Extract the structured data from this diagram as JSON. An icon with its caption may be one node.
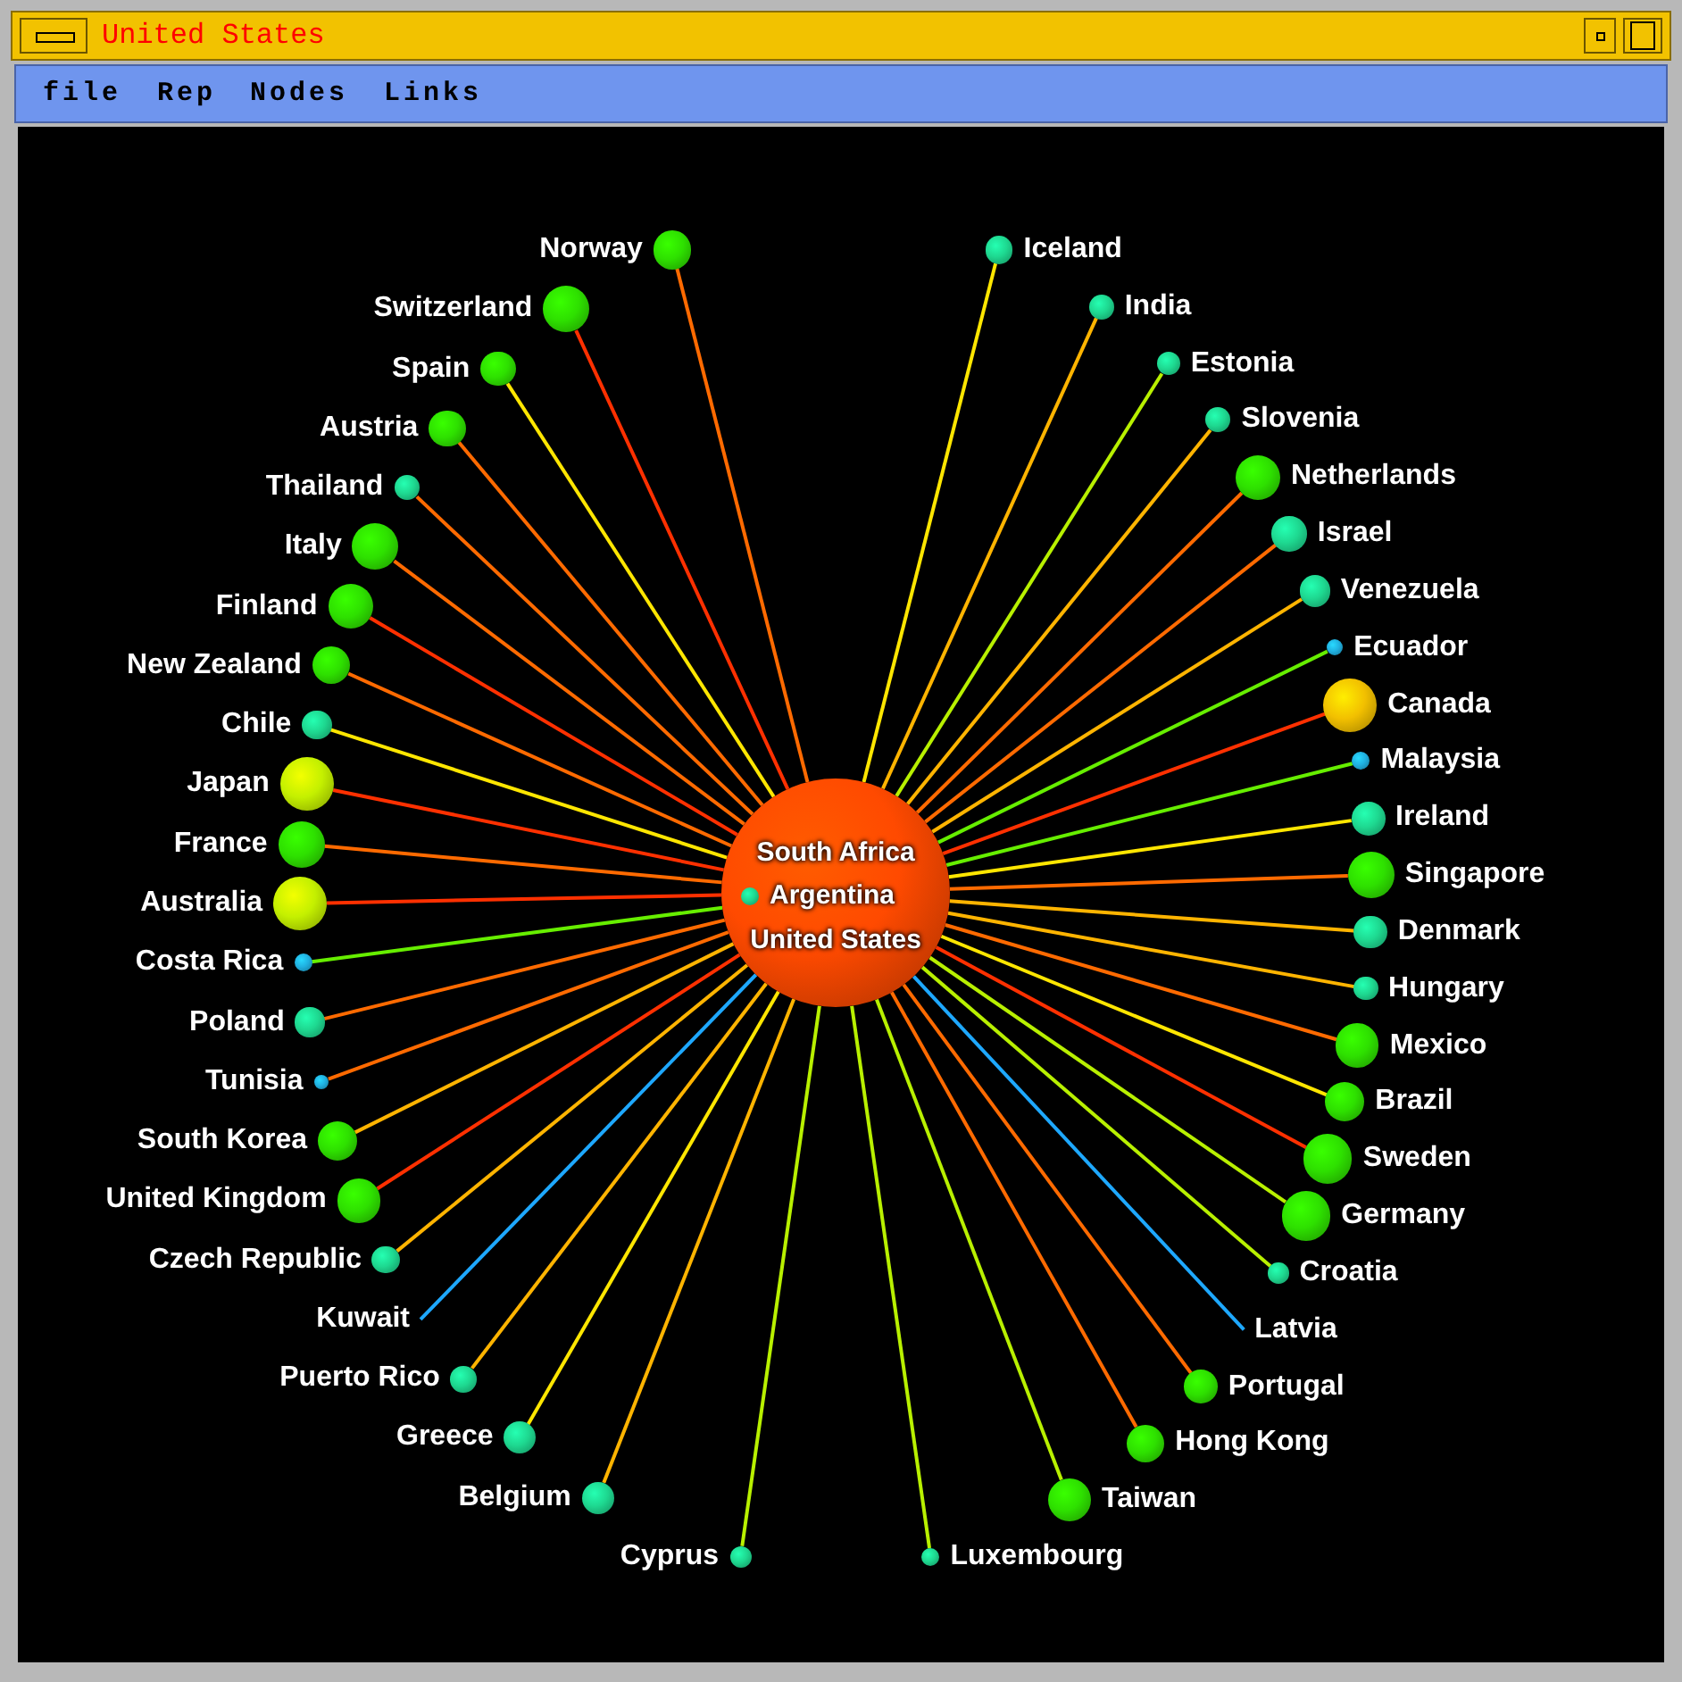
{
  "diagram": {
    "title": "United States",
    "nodes": [
      {
        "text": [],
        "shape": "circle"
      },
      {
        "text": [
          "Iceland"
        ]
      },
      {
        "text": [
          "India"
        ]
      },
      {
        "text": [
          "Spain"
        ]
      },
      {
        "text": [
          "Italy"
        ]
      },
      {
        "text": [
          "Norway"
        ]
      },
      {
        "text": [
          "Switzerland"
        ]
      },
      {
        "text": [
          "Estonia"
        ]
      },
      {
        "text": [
          "Netherlands"
        ]
      },
      {
        "text": [
          "Israel"
        ]
      },
      {
        "text": [
          "Slovenia"
        ]
      },
      {
        "text": [
          "Finland"
        ]
      },
      {
        "text": [
          "New Zealand"
        ]
      },
      {
        "text": [
          "Chile"
        ]
      },
      {
        "text": [
          "Austria"
        ]
      },
      {
        "text": [
          "Ecuador"
        ]
      },
      {
        "text": [
          "Venezuela"
        ]
      },
      {
        "text": [
          "Thailand"
        ]
      },
      {
        "text": [
          "Malaysia"
        ]
      },
      {
        "text": [
          "Japan"
        ]
      },
      {
        "text": [
          "Ireland"
        ]
      },
      {
        "text": [
          "Canada"
        ]
      },
      {
        "text": [
          "Singapore"
        ]
      },
      {
        "text": [
          "France"
        ]
      },
      {
        "text": [
          "Australia"
        ]
      },
      {
        "text": [
          "Argentina"
        ],
        "in": 0
      },
      {
        "text": [
          "Costa Rica"
        ]
      },
      {
        "text": [
          "Tunisia"
        ]
      },
      {
        "text": [
          "Poland"
        ]
      },
      {
        "text": [
          "Denmark"
        ]
      },
      {
        "text": [
          "Brazil"
        ]
      },
      {
        "text": [
          "Hungary"
        ]
      },
      {
        "text": [
          "Mexico"
        ]
      },
      {
        "text": [
          "South Korea"
        ]
      },
      {
        "text": [
          "Belgium"
        ]
      },
      {
        "text": [
          "Taiwan"
        ]
      },
      {
        "text": [
          "Sweden"
        ]
      },
      {
        "text": [
          "United Kingdom"
        ]
      },
      {
        "text": [
          "Czech Republic"
        ]
      },
      {
        "text": [
          "Germany"
        ]
      },
      {
        "text": [
          "Puerto Rico"
        ]
      },
      {
        "text": [
          "Croatia"
        ]
      },
      {
        "text": [
          "Cyprus"
        ]
      },
      {
        "text": [
          "Portugal"
        ]
      },
      {
        "text": [
          "Kuwait"
        ]
      },
      {
        "text": [
          "Latvia"
        ]
      },
      {
        "text": [
          "Greece"
        ]
      },
      {
        "text": [
          "Hong Kong"
        ]
      },
      {
        "text": [
          "Luxembourg"
        ]
      }
    ],
    "edges": [
      {
        "from": 0,
        "to": 1,
        "arrow": "none",
        "color": "#ffe600"
      },
      {
        "from": 0,
        "to": 2,
        "arrow": "none",
        "color": "#ffb400"
      },
      {
        "from": 0,
        "to": 3,
        "arrow": "none",
        "color": "#ffe600"
      },
      {
        "from": 0,
        "to": 4,
        "arrow": "none"
      },
      {
        "from": 0,
        "to": 5,
        "arrow": "none"
      },
      {
        "from": 0,
        "to": 6,
        "arrow": "none",
        "color": "#ff3000"
      },
      {
        "from": 0,
        "to": 7,
        "arrow": "none",
        "color": "#b8f000"
      },
      {
        "from": 0,
        "to": 8,
        "arrow": "none"
      },
      {
        "from": 0,
        "to": 9,
        "arrow": "none"
      },
      {
        "from": 0,
        "to": 10,
        "arrow": "none",
        "color": "#ffb400"
      },
      {
        "from": 0,
        "to": 11,
        "arrow": "none",
        "color": "#ff3000"
      },
      {
        "from": 0,
        "to": 12,
        "arrow": "none"
      },
      {
        "from": 0,
        "to": 13,
        "arrow": "none",
        "color": "#ffe600"
      },
      {
        "from": 0,
        "to": 14,
        "arrow": "none"
      },
      {
        "from": 0,
        "to": 15,
        "arrow": "none",
        "color": "#66ee00"
      },
      {
        "from": 0,
        "to": 16,
        "arrow": "none",
        "color": "#ffb400"
      },
      {
        "from": 0,
        "to": 17,
        "arrow": "none"
      },
      {
        "from": 0,
        "to": 18,
        "arrow": "none",
        "color": "#66ee00"
      },
      {
        "from": 0,
        "to": 19,
        "arrow": "none",
        "color": "#ff3000"
      },
      {
        "from": 0,
        "to": 20,
        "arrow": "none",
        "color": "#ffe600"
      },
      {
        "from": 0,
        "to": 21,
        "arrow": "none",
        "color": "#ff3000"
      },
      {
        "from": 0,
        "to": 22,
        "arrow": "none"
      },
      {
        "from": 0,
        "to": 23,
        "arrow": "none"
      },
      {
        "from": 0,
        "to": 24,
        "arrow": "none",
        "color": "#ff3000"
      },
      {
        "from": 0,
        "to": 26,
        "arrow": "none",
        "color": "#66ee00"
      },
      {
        "from": 0,
        "to": 27,
        "arrow": "none"
      },
      {
        "from": 0,
        "to": 28,
        "arrow": "none"
      },
      {
        "from": 0,
        "to": 29,
        "arrow": "none",
        "color": "#ffb400"
      },
      {
        "from": 0,
        "to": 30,
        "arrow": "none",
        "color": "#ffe600"
      },
      {
        "from": 0,
        "to": 31,
        "arrow": "none",
        "color": "#ffb400"
      },
      {
        "from": 0,
        "to": 32,
        "arrow": "none"
      },
      {
        "from": 0,
        "to": 33,
        "arrow": "none",
        "color": "#ffb400"
      },
      {
        "from": 0,
        "to": 34,
        "arrow": "none",
        "color": "#ffb400"
      },
      {
        "from": 0,
        "to": 35,
        "arrow": "none",
        "color": "#b8f000"
      },
      {
        "from": 0,
        "to": 36,
        "arrow": "none",
        "color": "#ff3000"
      },
      {
        "from": 0,
        "to": 37,
        "arrow": "none",
        "color": "#ff3000"
      },
      {
        "from": 0,
        "to": 38,
        "arrow": "none",
        "color": "#ffb400"
      },
      {
        "from": 0,
        "to": 39,
        "arrow": "none",
        "color": "#b8f000"
      },
      {
        "from": 0,
        "to": 40,
        "arrow": "none",
        "color": "#ffb400"
      },
      {
        "from": 0,
        "to": 41,
        "arrow": "none",
        "color": "#b8f000"
      },
      {
        "from": 0,
        "to": 42,
        "arrow": "none",
        "color": "#b8f000"
      },
      {
        "from": 0,
        "to": 43,
        "arrow": "none"
      },
      {
        "from": 0,
        "to": 44,
        "arrow": "none",
        "color": "#1ea8ff"
      },
      {
        "from": 0,
        "to": 45,
        "arrow": "none",
        "color": "#1ea8ff"
      },
      {
        "from": 0,
        "to": 46,
        "arrow": "none",
        "color": "#ffe600"
      },
      {
        "from": 0,
        "to": 47,
        "arrow": "none"
      },
      {
        "from": 0,
        "to": 48,
        "arrow": "none",
        "color": "#b8f000"
      }
    ],
    "labels": [
      "file",
      "Rep",
      "Nodes",
      "Links",
      "South Africa",
      "United States"
    ]
  }
}
